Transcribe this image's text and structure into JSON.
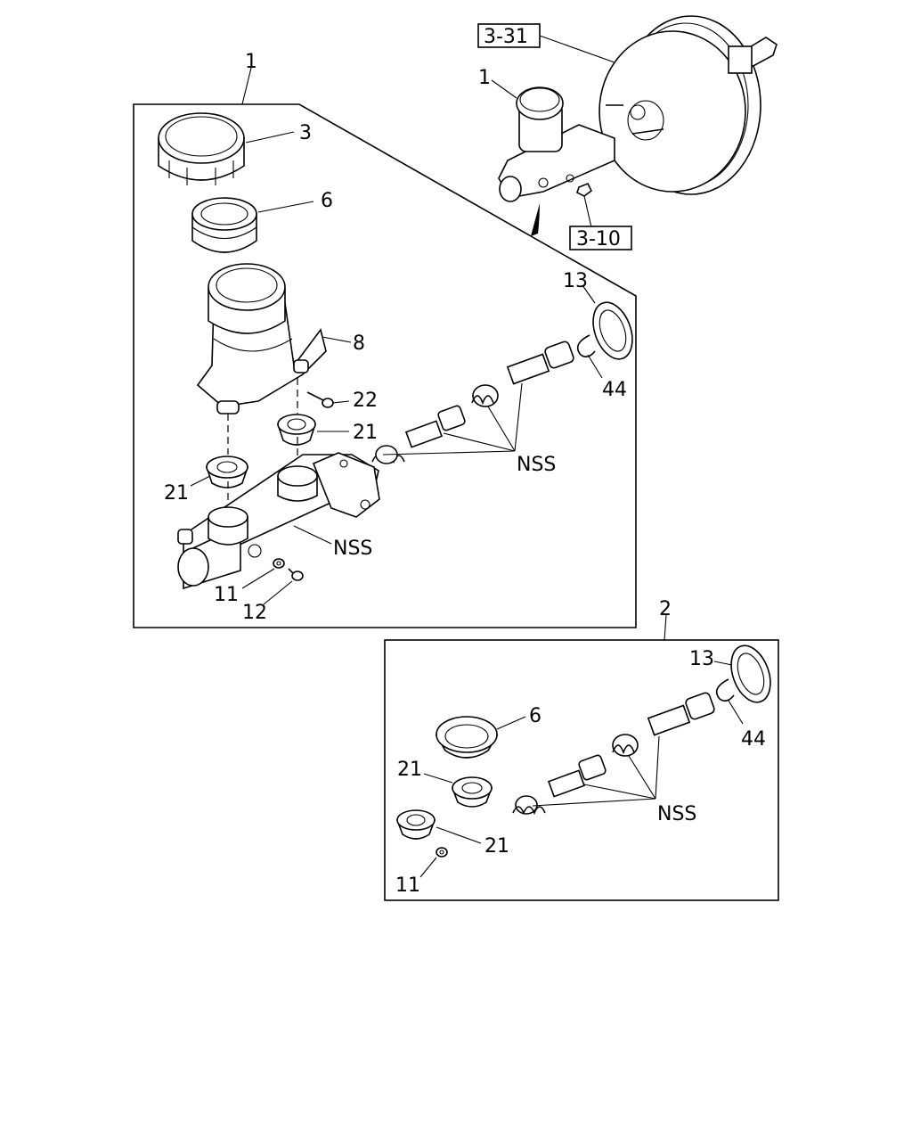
{
  "callouts": {
    "assy1": "1",
    "assy1_small": "1",
    "assy2": "2",
    "ref_booster": "3-31",
    "ref_nut": "3-10",
    "cap": "3",
    "seal_6": "6",
    "reservoir": "8",
    "screw_22": "22",
    "grommet_21_right": "21",
    "grommet_21_left": "21",
    "nss_springs": "NSS",
    "nss_body": "NSS",
    "washer_11": "11",
    "bolt_12": "12",
    "seal_13": "13",
    "clip_44": "44"
  },
  "kit": {
    "seal_13": "13",
    "clip_44": "44",
    "seal_6": "6",
    "grommet_21_upper": "21",
    "grommet_21_lower": "21",
    "nss": "NSS",
    "washer_11": "11"
  }
}
